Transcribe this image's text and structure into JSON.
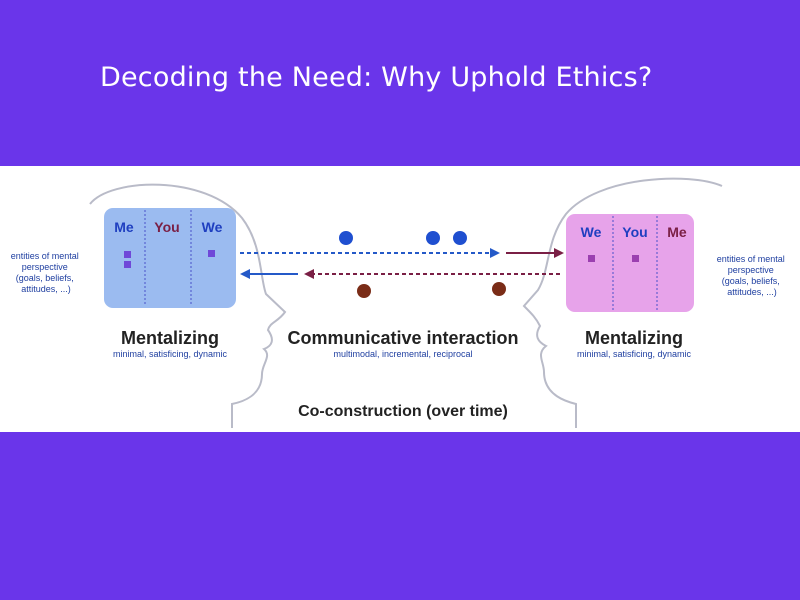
{
  "page": {
    "title": "Decoding the Need: Why Uphold Ethics?"
  },
  "colors": {
    "background": "#6a35ea",
    "panel": "#ffffff",
    "left_box": "#9bbbf0",
    "right_box": "#e7a3ea",
    "blue_arrow": "#2459c8",
    "red_arrow": "#7a1f45",
    "blue_dot": "#1f4fd0",
    "brown_dot": "#7a2c17"
  },
  "diagram": {
    "left_box": {
      "labels": [
        "Me",
        "You",
        "We"
      ]
    },
    "right_box": {
      "labels": [
        "We",
        "You",
        "Me"
      ]
    },
    "left_side_note": [
      "entities of mental",
      "perspective",
      "(goals, beliefs,",
      "attitudes, ...)"
    ],
    "right_side_note": [
      "entities of mental",
      "perspective",
      "(goals, beliefs,",
      "attitudes, ...)"
    ],
    "left_heading": "Mentalizing",
    "left_subheading": "minimal, satisficing, dynamic",
    "center_heading": "Communicative interaction",
    "center_subheading": "multimodal, incremental, reciprocal",
    "right_heading": "Mentalizing",
    "right_subheading": "minimal, satisficing, dynamic",
    "footer": "Co-construction (over time)"
  }
}
